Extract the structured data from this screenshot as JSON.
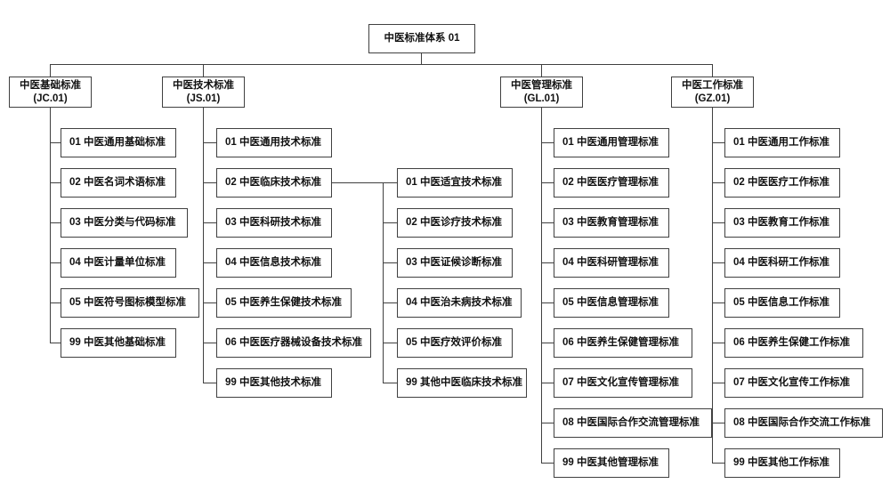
{
  "diagram": {
    "title": "中医标准体系 01",
    "root": {
      "label": "中医标准体系 01"
    },
    "branches": [
      {
        "id": "jc",
        "name_line1": "中医基础标准",
        "name_line2": "(JC.01)",
        "children": [
          {
            "label": "01 中医通用基础标准"
          },
          {
            "label": "02 中医名词术语标准"
          },
          {
            "label": "03 中医分类与代码标准"
          },
          {
            "label": "04 中医计量单位标准"
          },
          {
            "label": "05 中医符号图标模型标准"
          },
          {
            "label": "99 中医其他基础标准"
          }
        ]
      },
      {
        "id": "js",
        "name_line1": "中医技术标准",
        "name_line2": "(JS.01)",
        "children": [
          {
            "label": "01 中医通用技术标准"
          },
          {
            "label": "02 中医临床技术标准"
          },
          {
            "label": "03 中医科研技术标准"
          },
          {
            "label": "04 中医信息技术标准"
          },
          {
            "label": "05 中医养生保健技术标准"
          },
          {
            "label": "06 中医医疗器械设备技术标准"
          },
          {
            "label": "99 中医其他技术标准"
          }
        ]
      },
      {
        "id": "gl",
        "name_line1": "中医管理标准",
        "name_line2": "(GL.01)",
        "children": [
          {
            "label": "01 中医通用管理标准"
          },
          {
            "label": "02 中医医疗管理标准"
          },
          {
            "label": "03 中医教育管理标准"
          },
          {
            "label": "04 中医科研管理标准"
          },
          {
            "label": "05 中医信息管理标准"
          },
          {
            "label": "06 中医养生保健管理标准"
          },
          {
            "label": "07 中医文化宣传管理标准"
          },
          {
            "label": "08 中医国际合作交流管理标准"
          },
          {
            "label": "99 中医其他管理标准"
          }
        ]
      },
      {
        "id": "gz",
        "name_line1": "中医工作标准",
        "name_line2": "(GZ.01)",
        "children": [
          {
            "label": "01 中医通用工作标准"
          },
          {
            "label": "02 中医医疗工作标准"
          },
          {
            "label": "03 中医教育工作标准"
          },
          {
            "label": "04 中医科研工作标准"
          },
          {
            "label": "05 中医信息工作标准"
          },
          {
            "label": "06 中医养生保健工作标准"
          },
          {
            "label": "07 中医文化宣传工作标准"
          },
          {
            "label": "08 中医国际合作交流工作标准"
          },
          {
            "label": "99 中医其他工作标准"
          }
        ]
      }
    ],
    "subbranch": {
      "parent_id": "js",
      "parent_label": "02 中医临床技术标准",
      "children": [
        {
          "label": "01 中医适宜技术标准"
        },
        {
          "label": "02 中医诊疗技术标准"
        },
        {
          "label": "03 中医证候诊断标准"
        },
        {
          "label": "04 中医治未病技术标准"
        },
        {
          "label": "05 中医疗效评价标准"
        },
        {
          "label": "99 其他中医临床技术标准"
        }
      ]
    },
    "colors": {
      "border": "#404040",
      "connector": "#404040",
      "background": "#ffffff",
      "text": "#111111"
    }
  }
}
